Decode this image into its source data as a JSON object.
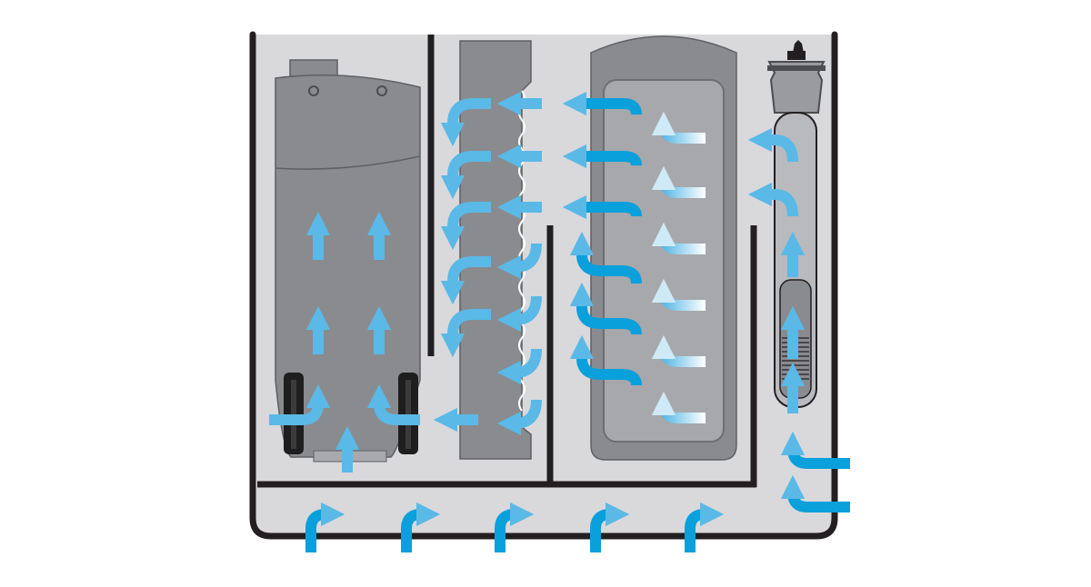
{
  "diagram": {
    "kind": "filter-compartment-flow",
    "colors": {
      "background": "#ffffff",
      "tank_fill": "#d9d9dc",
      "wall": "#231f20",
      "module_fill": "#8a8b8e",
      "module_stroke": "#5f6063",
      "chamber_fill": "#a7a8ab",
      "flow_arrow": "#5ab9e6",
      "flow_dark": "#0aa0dc"
    },
    "components": [
      {
        "id": "pump-module",
        "icon": "pump-icon"
      },
      {
        "id": "sponge-panel",
        "icon": "sponge-icon"
      },
      {
        "id": "media-basket",
        "icon": "basket-icon"
      },
      {
        "id": "heater",
        "icon": "heater-icon"
      }
    ],
    "flow_arrows": {
      "bottom_inlet_count": 5,
      "right_inlet_count": 2
    }
  }
}
